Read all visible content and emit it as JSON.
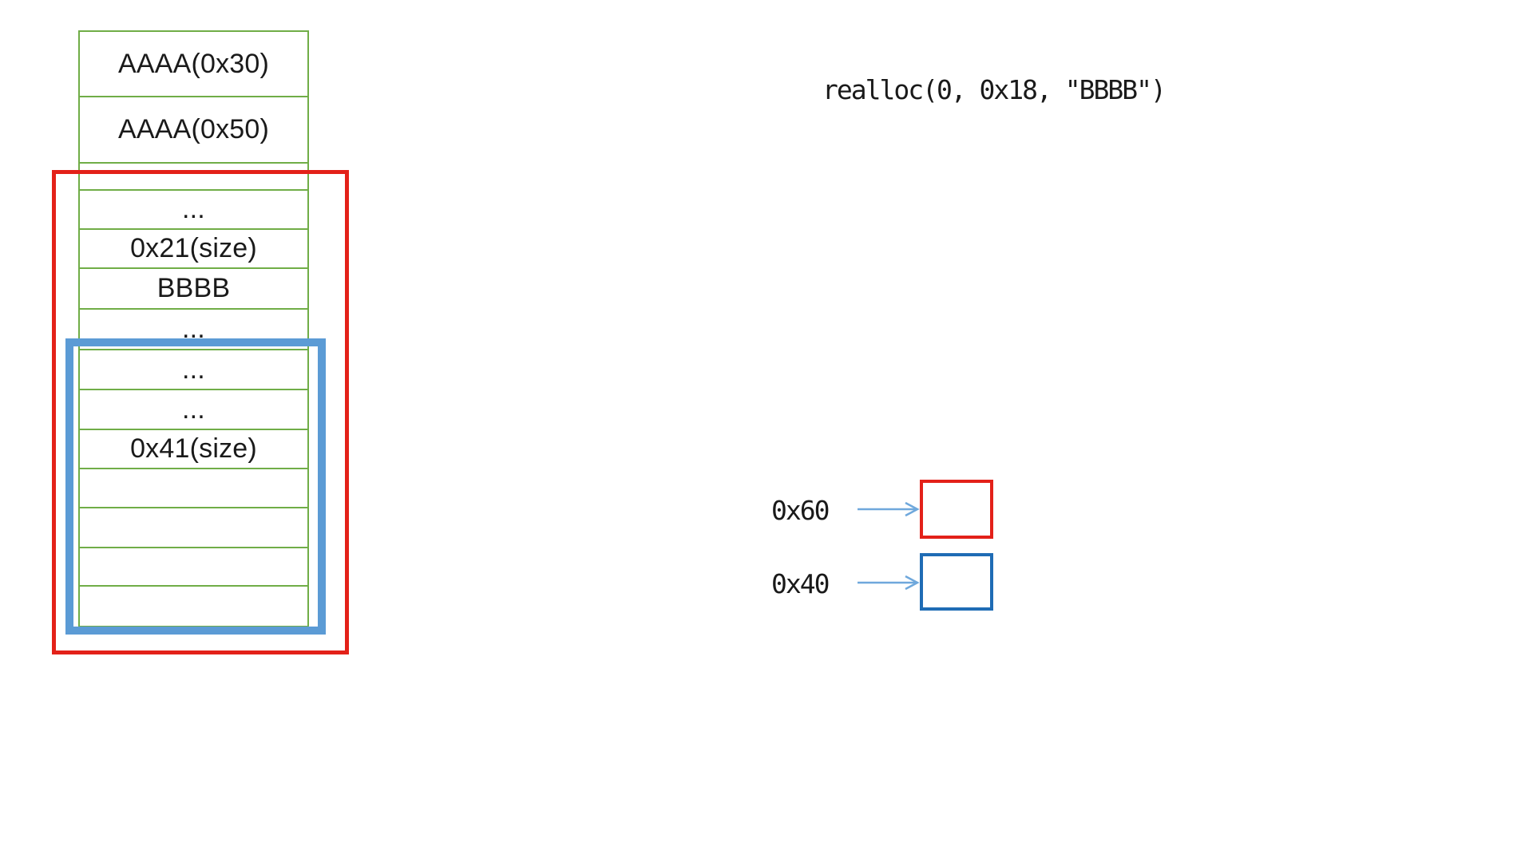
{
  "memory": {
    "cells": [
      "AAAA(0x30)",
      "AAAA(0x50)",
      "",
      "...",
      "0x21(size)",
      "BBBB",
      "...",
      "...",
      "...",
      "0x41(size)",
      "",
      "",
      "",
      ""
    ]
  },
  "annotation": {
    "code": "realloc(0, 0x18, \"BBBB\")"
  },
  "pointers": {
    "first": {
      "label": "0x60",
      "box_color": "#e32119"
    },
    "second": {
      "label": "0x40",
      "box_color": "#1f6cb5"
    }
  },
  "colors": {
    "cell_border_green": "#70ad47",
    "overlay_frame_blue": "#5b9bd5",
    "arrow_blue": "#6fa8dc",
    "red": "#e32119",
    "pointer_box_blue": "#1f6cb5",
    "text": "#1a1a1a",
    "background": "#ffffff"
  }
}
